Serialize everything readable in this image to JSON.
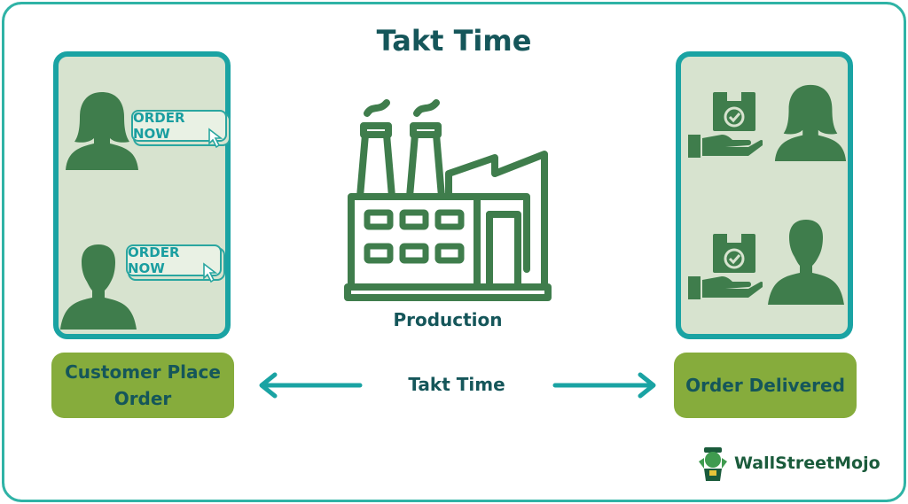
{
  "title": "Takt Time",
  "production_label": "Production",
  "takt_time_label": "Takt Time",
  "left_box_label": "Customer Place Order",
  "right_box_label": "Order Delivered",
  "order_buttons": [
    "ORDER NOW",
    "ORDER NOW"
  ],
  "logo_text": "WallStreetMojo",
  "colors": {
    "dark_teal": "#15565a",
    "teal": "#1aa3a3",
    "panel_fill": "#d7e3cf",
    "olive_green": "#86ac3c",
    "figure_green": "#3f7d4c"
  }
}
